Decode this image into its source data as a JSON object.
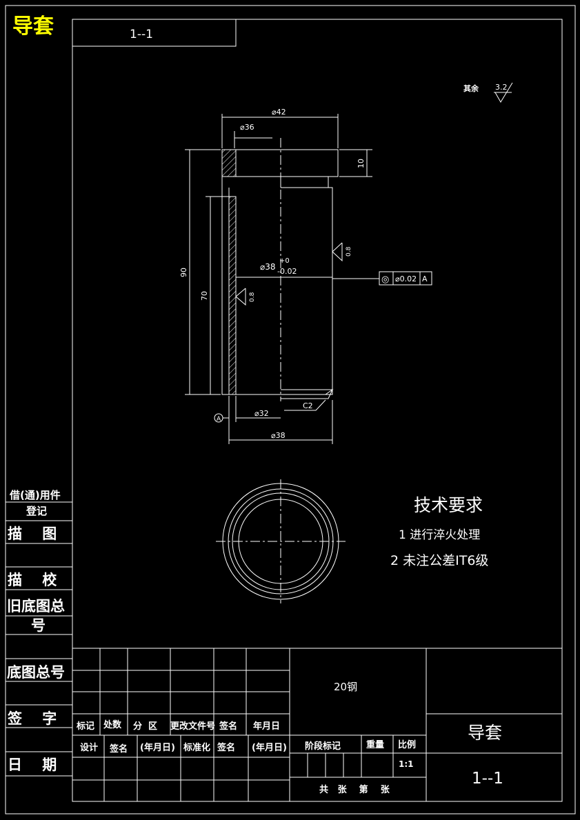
{
  "corner_title": "导套",
  "drawing_number_top": "1--1",
  "roughness_note": {
    "label": "其余",
    "value": "3.2"
  },
  "dimensions": {
    "d42": "⌀42",
    "d36": "⌀36",
    "h10": "10",
    "h90": "90",
    "h70": "70",
    "d38_tol": "⌀38",
    "tol_upper": "+0",
    "tol_lower": "-0.02",
    "rough_outer": "0.8",
    "rough_inner": "0.8",
    "chamfer": "C2",
    "d32": "⌀32",
    "d38_bottom": "⌀38",
    "datum": "A"
  },
  "tolerance_frame": {
    "symbol": "◎",
    "value": "⌀0.02",
    "datum": "A"
  },
  "tech_requirements": {
    "title": "技术要求",
    "item1": "1 进行淬火处理",
    "item2": "2 未注公差IT6级"
  },
  "left_strip": {
    "borrow": "借(通)用件",
    "register": "登记",
    "trace": "描    图",
    "check": "描    校",
    "old_total": "旧底图总",
    "old_total_2": "号",
    "base_total": "底图总号",
    "sign": "签    字",
    "date": "日    期"
  },
  "title_block": {
    "material": "20钢",
    "h_mark": "标记",
    "h_count": "处数",
    "h_zone": "分  区",
    "h_doc": "更改文件号",
    "h_sign": "签名",
    "h_date": "年月日",
    "r_design": "设计",
    "r_sign": "签名",
    "r_date": "(年月日)",
    "r_std": "标准化",
    "r_sign2": "签名",
    "r_date2": "(年月日)",
    "stage": "阶段标记",
    "weight": "重量",
    "scale_label": "比例",
    "scale": "1:1",
    "sheets": "共   张    第    张",
    "part_name": "导套",
    "drawing_number": "1--1"
  }
}
